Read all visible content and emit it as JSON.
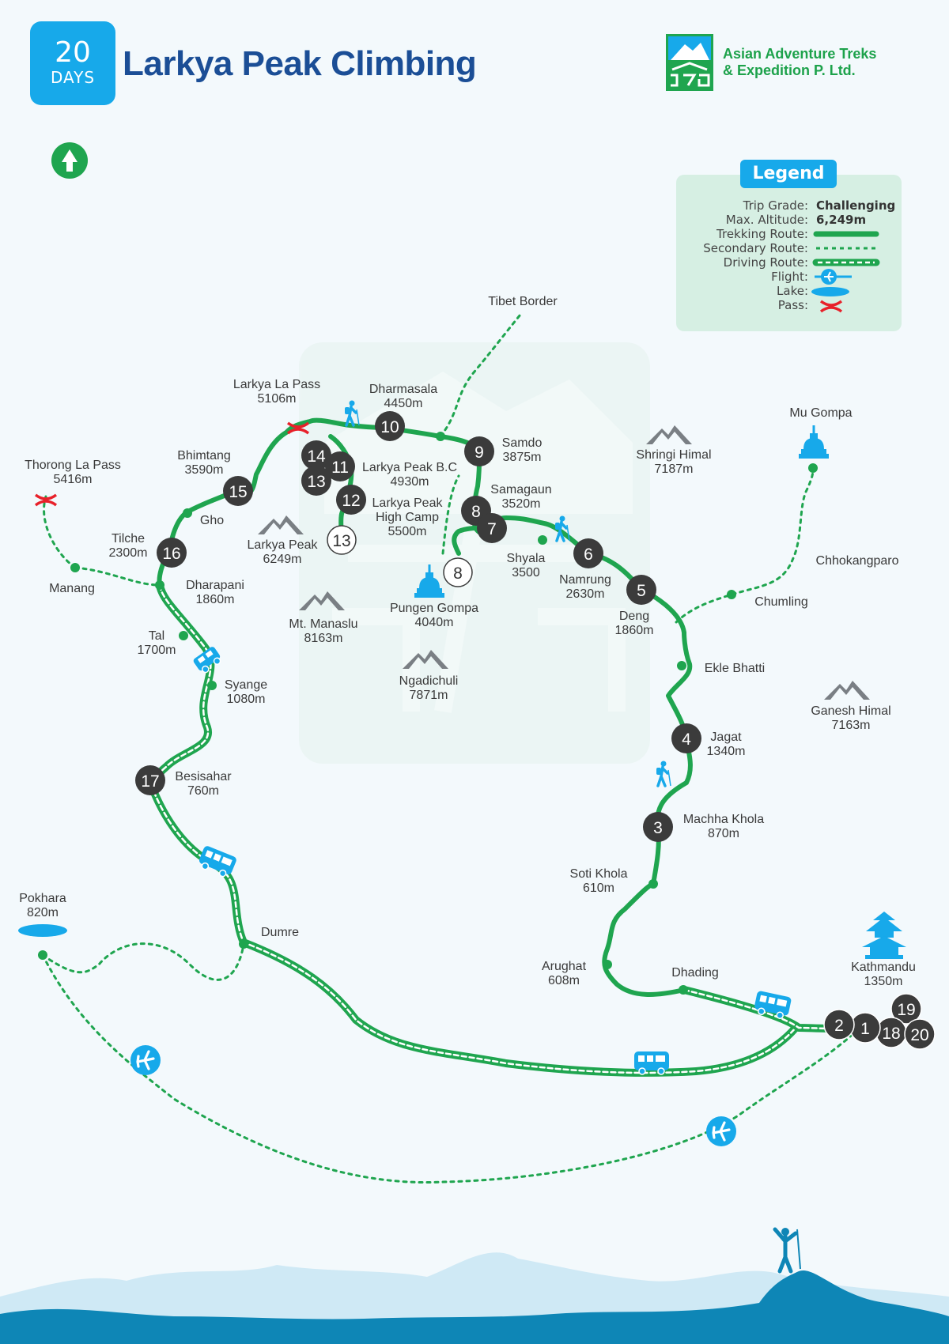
{
  "header": {
    "days_number": "20",
    "days_unit": "DAYS",
    "title": "Larkya Peak Climbing",
    "company_line1": "Asian Adventure Treks",
    "company_line2": "& Expedition P. Ltd."
  },
  "legend": {
    "title": "Legend",
    "rows": [
      {
        "label": "Trip Grade:",
        "value": "Challenging"
      },
      {
        "label": "Max. Altitude:",
        "value": "6,249m"
      },
      {
        "label": "Trekking Route:",
        "symbol": "trek-line"
      },
      {
        "label": "Secondary Route:",
        "symbol": "secondary-line"
      },
      {
        "label": "Driving Route:",
        "symbol": "driving-line"
      },
      {
        "label": "Flight:",
        "symbol": "flight-icon"
      },
      {
        "label": "Lake:",
        "symbol": "lake-icon"
      },
      {
        "label": "Pass:",
        "symbol": "pass-icon"
      }
    ]
  },
  "colors": {
    "route": "#1fa54f",
    "stop": "#3b3b3b",
    "accent": "#17a9ea",
    "pass": "#e8212a",
    "title": "#1b4e96",
    "mountain": "#7a7f84",
    "ground": "#0e86b6"
  },
  "places": {
    "tibet_border": "Tibet Border",
    "larkya_la": [
      "Larkya La Pass",
      "5106m"
    ],
    "dharmasala": [
      "Dharmasala",
      "4450m"
    ],
    "samdo": [
      "Samdo",
      "3875m"
    ],
    "larkya_bc": [
      "Larkya Peak B.C",
      "4930m"
    ],
    "high_camp": [
      "Larkya Peak",
      "High Camp",
      "5500m"
    ],
    "samagaun": [
      "Samagaun",
      "3520m"
    ],
    "shyala": [
      "Shyala",
      "3500"
    ],
    "namrung": [
      "Namrung",
      "2630m"
    ],
    "deng": [
      "Deng",
      "1860m"
    ],
    "pungen": [
      "Pungen  Gompa",
      "4040m"
    ],
    "bhimtang": [
      "Bhimtang",
      "3590m"
    ],
    "gho": "Gho",
    "tilche": [
      "Tilche",
      "2300m"
    ],
    "dharapani": [
      "Dharapani",
      "1860m"
    ],
    "thorong": [
      "Thorong La Pass",
      "5416m"
    ],
    "manang": "Manang",
    "tal": [
      "Tal",
      "1700m"
    ],
    "syange": [
      "Syange",
      "1080m"
    ],
    "besisahar": [
      "Besisahar",
      "760m"
    ],
    "pokhara": [
      "Pokhara",
      "820m"
    ],
    "dumre": "Dumre",
    "mu_gompa": "Mu Gompa",
    "chhokangparo": "Chhokangparo",
    "chumling": "Chumling",
    "ekle_bhatti": "Ekle Bhatti",
    "jagat": [
      "Jagat",
      "1340m"
    ],
    "machha_khola": [
      "Machha Khola",
      "870m"
    ],
    "soti_khola": [
      "Soti Khola",
      "610m"
    ],
    "arughat": [
      "Arughat",
      "608m"
    ],
    "dhading": "Dhading",
    "kathmandu": [
      "Kathmandu",
      "1350m"
    ]
  },
  "peaks": {
    "shringi": [
      "Shringi Himal",
      "7187m"
    ],
    "larkya": [
      "Larkya Peak",
      "6249m"
    ],
    "manaslu": [
      "Mt. Manaslu",
      "8163m"
    ],
    "ngadichuli": [
      "Ngadichuli",
      "7871m"
    ],
    "ganesh": [
      "Ganesh Himal",
      "7163m"
    ]
  },
  "stops": {
    "s1": "1",
    "s2": "2",
    "s3": "3",
    "s4": "4",
    "s5": "5",
    "s6": "6",
    "s7": "7",
    "s8": "8",
    "s8b": "8",
    "s9": "9",
    "s10": "10",
    "s11": "11",
    "s12": "12",
    "s13": "13",
    "s13b": "13",
    "s14": "14",
    "s15": "15",
    "s16": "16",
    "s17": "17",
    "s18": "18",
    "s19": "19",
    "s20": "20"
  },
  "icons": {
    "north": "north-arrow-icon",
    "hiker": "hiker-icon",
    "jeep": "jeep-icon",
    "bus": "bus-icon",
    "flight": "flight-icon",
    "stupa": "stupa-icon",
    "pagoda": "pagoda-icon",
    "pass": "pass-icon",
    "lake": "lake-icon",
    "logo": "company-logo-icon",
    "climber": "climber-silhouette-icon"
  }
}
